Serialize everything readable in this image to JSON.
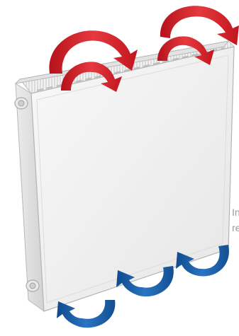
{
  "illustration": {
    "subject": "panel-radiator",
    "colors": {
      "background": "#ffffff",
      "panel_face": "#eeeeee",
      "panel_side": "#dedede",
      "outline": "#b8b8b8",
      "fins": "#c9c9c9",
      "warm_arrow": "#d9232b",
      "cool_arrow": "#1f5fa8"
    },
    "warm_arrow_count": 4,
    "cool_arrow_count": 3
  },
  "caption": {
    "line1": "In",
    "line2": "re"
  }
}
